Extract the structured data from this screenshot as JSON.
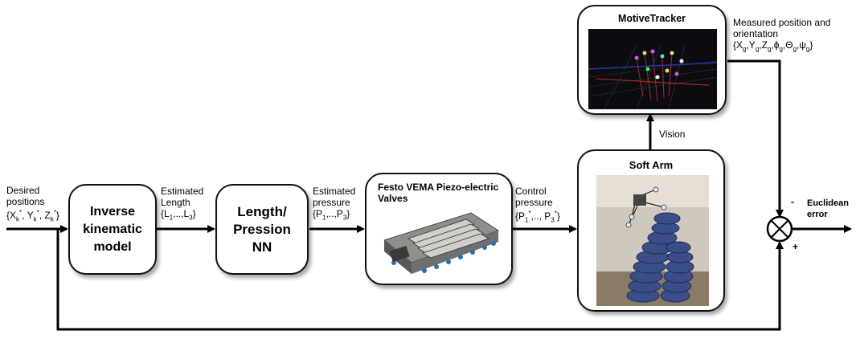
{
  "labels": {
    "desired": [
      "Desired",
      "positions",
      "{X",
      "k",
      "*",
      ", Y",
      "k",
      "*",
      ", Z",
      "k",
      "*",
      "}"
    ],
    "est_length": [
      "Estimated",
      "Length",
      "{L",
      "1",
      ",..,L",
      "3",
      "}"
    ],
    "est_pressure": [
      "Estimated",
      "pressure",
      "{P",
      "1",
      ",..,P",
      "3",
      "}"
    ],
    "control": [
      "Control",
      "pressure",
      "{P",
      "1",
      "*",
      ",.., P",
      "3",
      "*",
      "}"
    ],
    "measured": [
      "Measured position and",
      "orientation",
      "{X",
      "g",
      ",Y",
      "g",
      ",Z",
      "g",
      ",ϕ",
      "g",
      ",Θ",
      "g",
      ",ψ",
      "g",
      "}"
    ],
    "vision": "Vision",
    "euclidean": [
      "Euclidean",
      "error"
    ],
    "minus": "-",
    "plus": "+"
  },
  "blocks": {
    "inverse": [
      "Inverse",
      "kinematic",
      "model"
    ],
    "nn": [
      "Length/",
      "Pression",
      "NN"
    ],
    "valves_title": [
      "Festo VEMA Piezo-electric",
      "Valves"
    ],
    "soft_arm_title": "Soft Arm",
    "tracker_title": "MotiveTracker"
  }
}
